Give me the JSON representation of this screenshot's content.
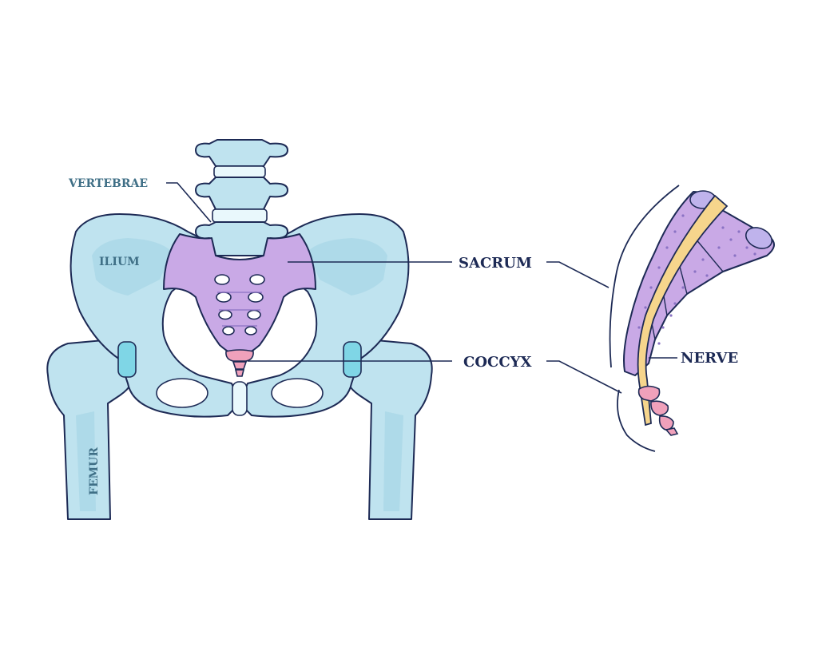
{
  "labels": {
    "vertebrae": "VERTEBRAE",
    "ilium": "ILIUM",
    "sacrum": "SACRUM",
    "coccyx": "COCCYX",
    "nerve": "NERVE",
    "femur": "FEMUR"
  },
  "colors": {
    "bone": "#bfe3ef",
    "sacrum": "#c9a9e6",
    "coccyx": "#f0a1bb",
    "nerve": "#f6d58c",
    "outline": "#1d2a55",
    "label_dark": "#1d2a55",
    "label_light": "#3f6f86"
  }
}
